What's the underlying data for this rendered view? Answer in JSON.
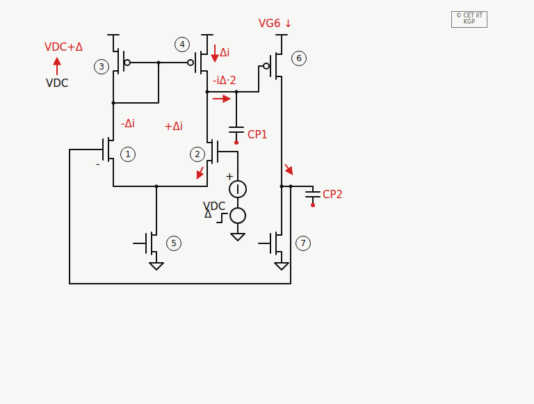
{
  "diagram": {
    "nodes": [
      {
        "text": [
          "© CET IIT KGP"
        ]
      },
      {
        "text": [
          "3"
        ]
      },
      {
        "text": [
          "4"
        ]
      },
      {
        "text": [
          "6"
        ]
      },
      {
        "text": [
          "1"
        ]
      },
      {
        "text": [
          "2"
        ]
      },
      {
        "text": [
          "5"
        ]
      },
      {
        "text": [
          "7"
        ]
      }
    ],
    "labels": [
      "VDC+Δ",
      "VDC",
      "-",
      "-Δi",
      "Δi",
      "+Δi",
      "-iΔ·2",
      "CP1",
      "VG6 ↓",
      "VDC",
      "+",
      "Δ",
      "CP2"
    ]
  }
}
